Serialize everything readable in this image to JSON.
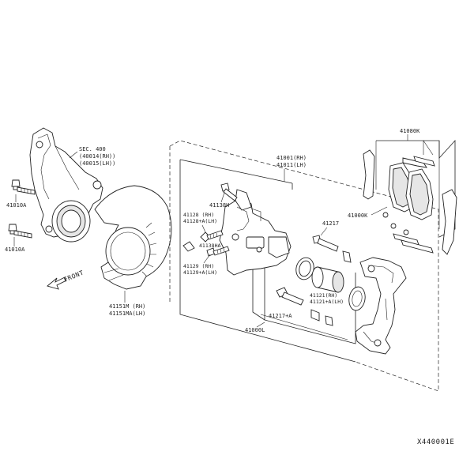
{
  "labels": {
    "sec400_line1": "SEC. 400",
    "sec400_line2": "(40014(RH))",
    "sec400_line3": "(40015(LH))",
    "p41010A_top": "41010A",
    "p41010A_bottom": "41010A",
    "p41151M_line1": "41151M  (RH)",
    "p41151M_line2": "41151MA(LH)",
    "p41001_line1": "41001(RH)",
    "p41001_line2": "41011(LH)",
    "p41138H": "41138H",
    "p41128_line1": "41128  (RH)",
    "p41128_line2": "41128+A(LH)",
    "p41138HA": "41138HA",
    "p41129_line1": "41129  (RH)",
    "p41129_line2": "41129+A(LH)",
    "p41217_top": "41217",
    "p41121_line1": "41121(RH)",
    "p41121_line2": "41121+A(LH)",
    "p41217A": "41217+A",
    "p41000L": "41000L",
    "p41080K": "41080K",
    "p41000K": "41000K",
    "front": "FRONT",
    "reference": "X440001E"
  }
}
